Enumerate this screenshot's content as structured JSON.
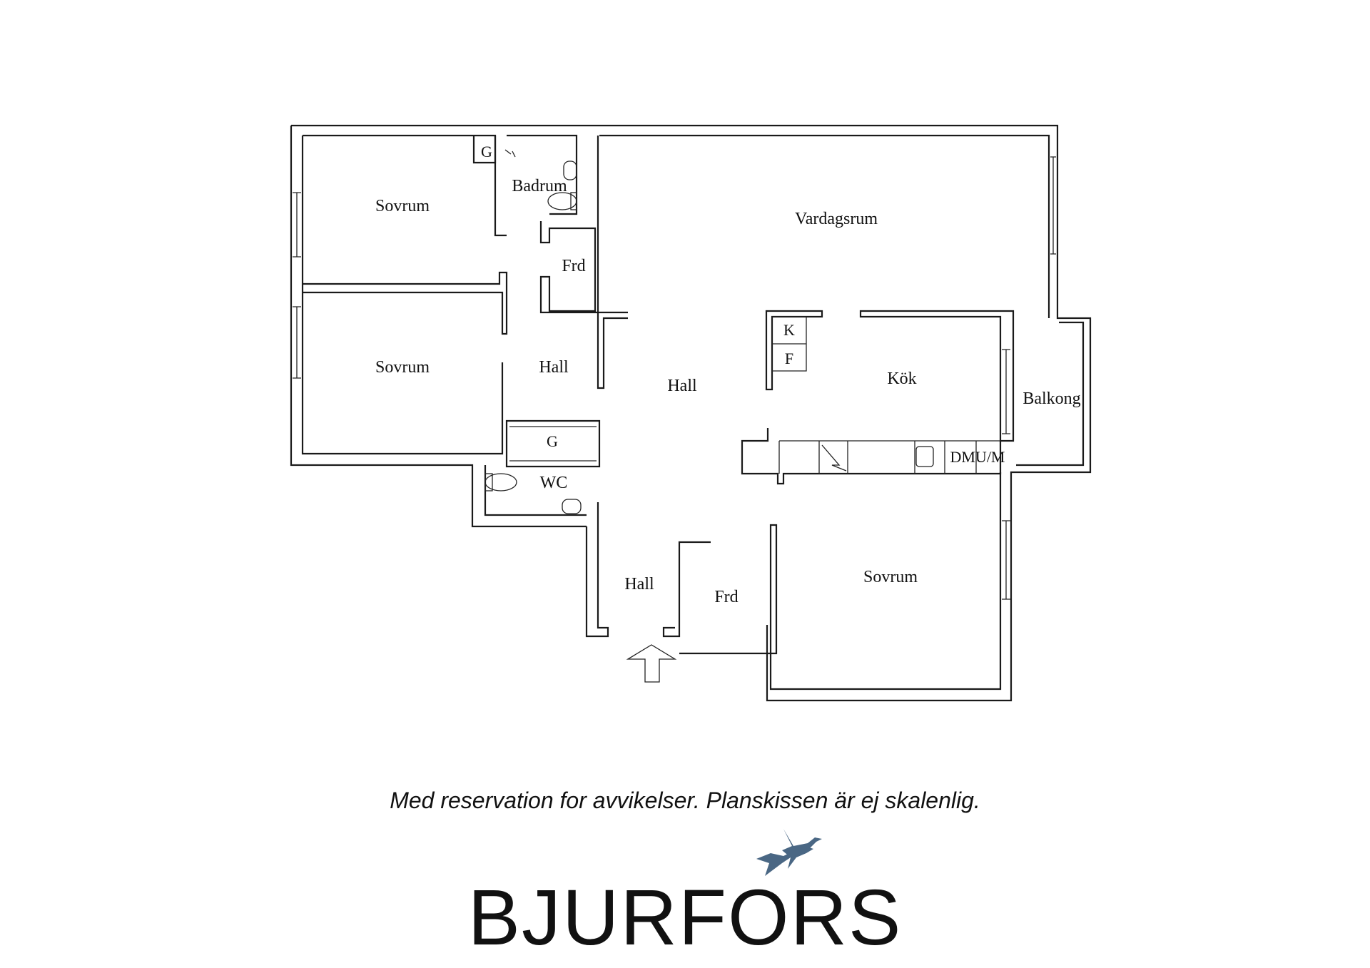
{
  "rooms": {
    "sovrum_1": "Sovrum",
    "sovrum_2": "Sovrum",
    "sovrum_3": "Sovrum",
    "badrum": "Badrum",
    "vardagsrum": "Vardagsrum",
    "frd_1": "Frd",
    "frd_2": "Frd",
    "hall_1": "Hall",
    "hall_2": "Hall",
    "hall_3": "Hall",
    "kok": "Kök",
    "balkong": "Balkong",
    "wc": "WC",
    "g_1": "G",
    "g_2": "G",
    "k": "K",
    "f": "F",
    "dmu": "DMU/M"
  },
  "disclaimer": "Med reservation for avvikelser. Planskissen är ej skalenlig.",
  "brand": {
    "name": "BJURFORS",
    "logo_icon": "geese-icon",
    "logo_color": "#4a6784"
  }
}
